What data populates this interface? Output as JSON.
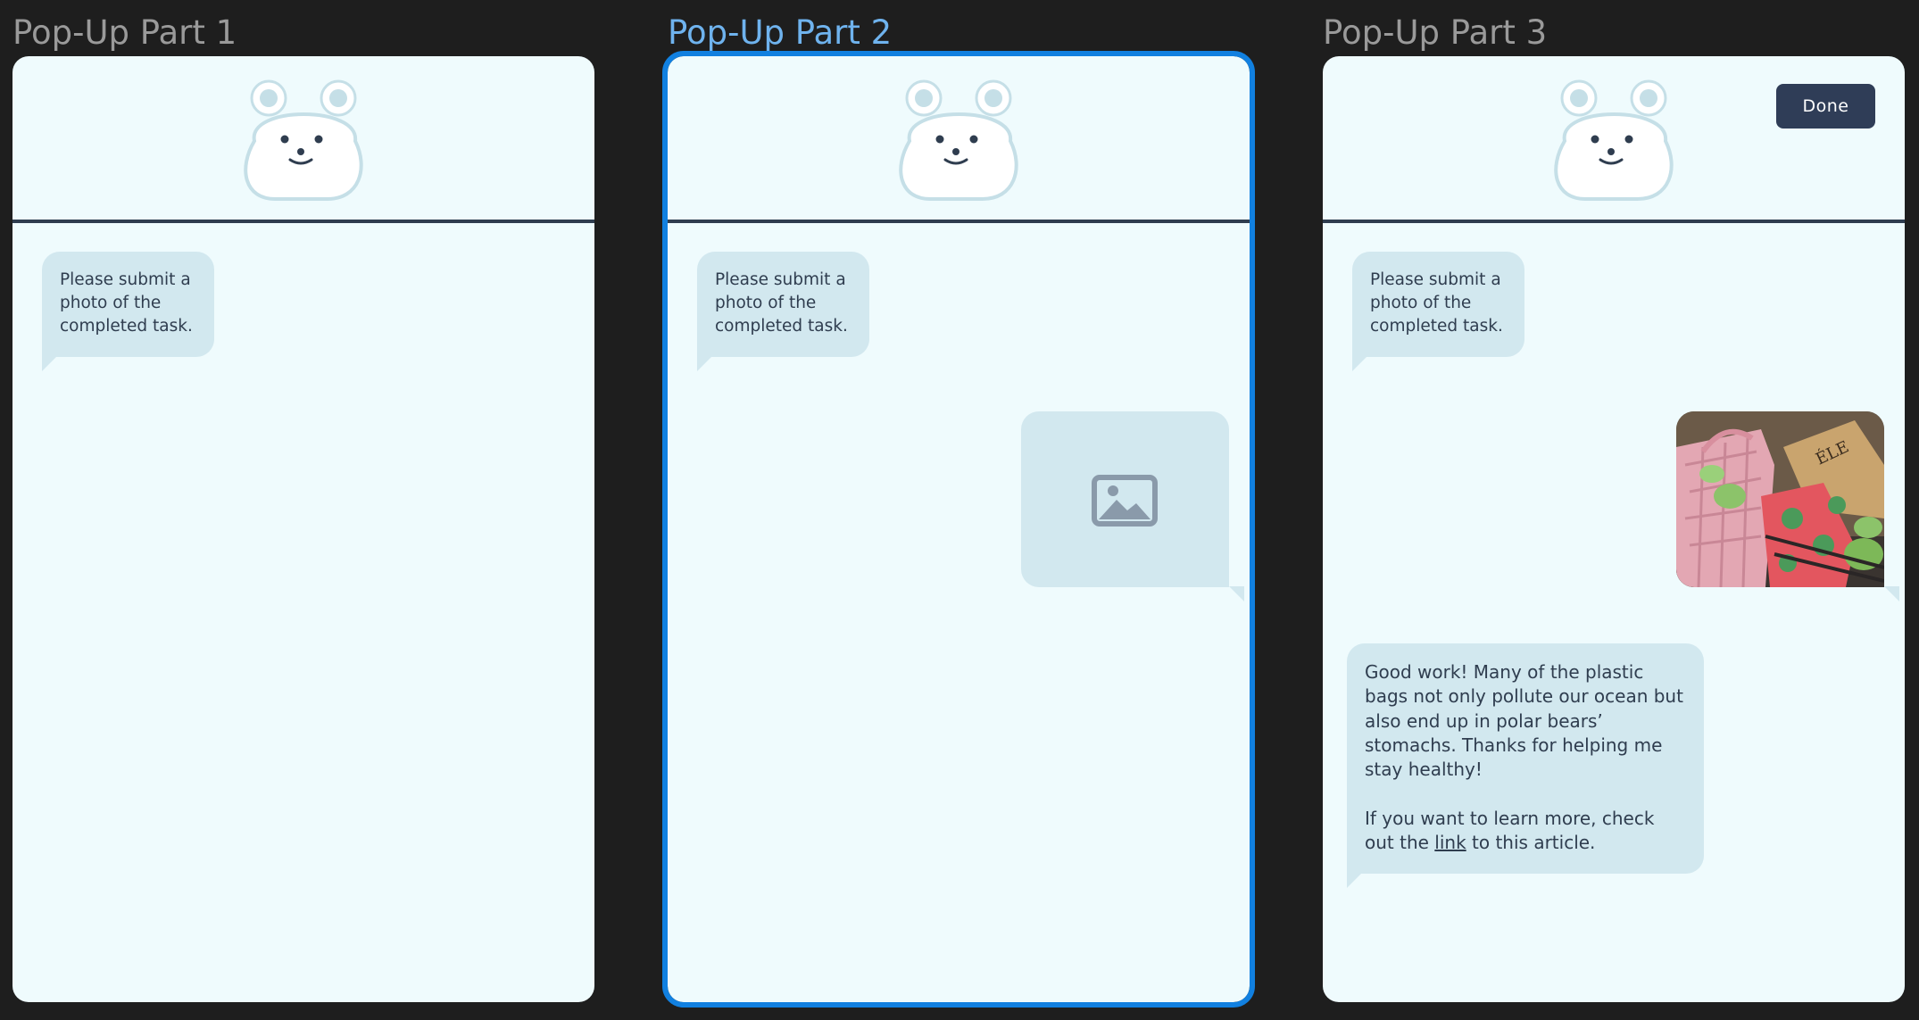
{
  "canvas": {
    "frames": [
      {
        "title": "Pop-Up Part 1",
        "selected": false,
        "messages": {
          "prompt": "Please submit a photo of the completed task."
        }
      },
      {
        "title": "Pop-Up Part 2",
        "selected": true,
        "messages": {
          "prompt": "Please submit a photo of the completed task.",
          "image_placeholder_icon": "image-placeholder-icon"
        }
      },
      {
        "title": "Pop-Up Part 3",
        "selected": false,
        "done_label": "Done",
        "messages": {
          "prompt": "Please submit a photo of the completed task.",
          "photo": "reusable shopping bags in cart",
          "reply_p1": "Good work! Many of the plastic bags not only pollute our ocean but also end up in polar bears’ stomachs. Thanks for helping me stay healthy!",
          "reply_p2_before": "If you want to learn more, check out the ",
          "reply_link": "link",
          "reply_p2_after": " to this article."
        }
      }
    ]
  },
  "colors": {
    "canvas_bg": "#1e1e1e",
    "frame_bg": "#effbfd",
    "bubble_bg": "#d2e8ef",
    "text": "#2f3d4f",
    "selection": "#1180e0",
    "done_button": "#2f3d57"
  },
  "icons": {
    "mascot": "polar-bear-icon"
  }
}
